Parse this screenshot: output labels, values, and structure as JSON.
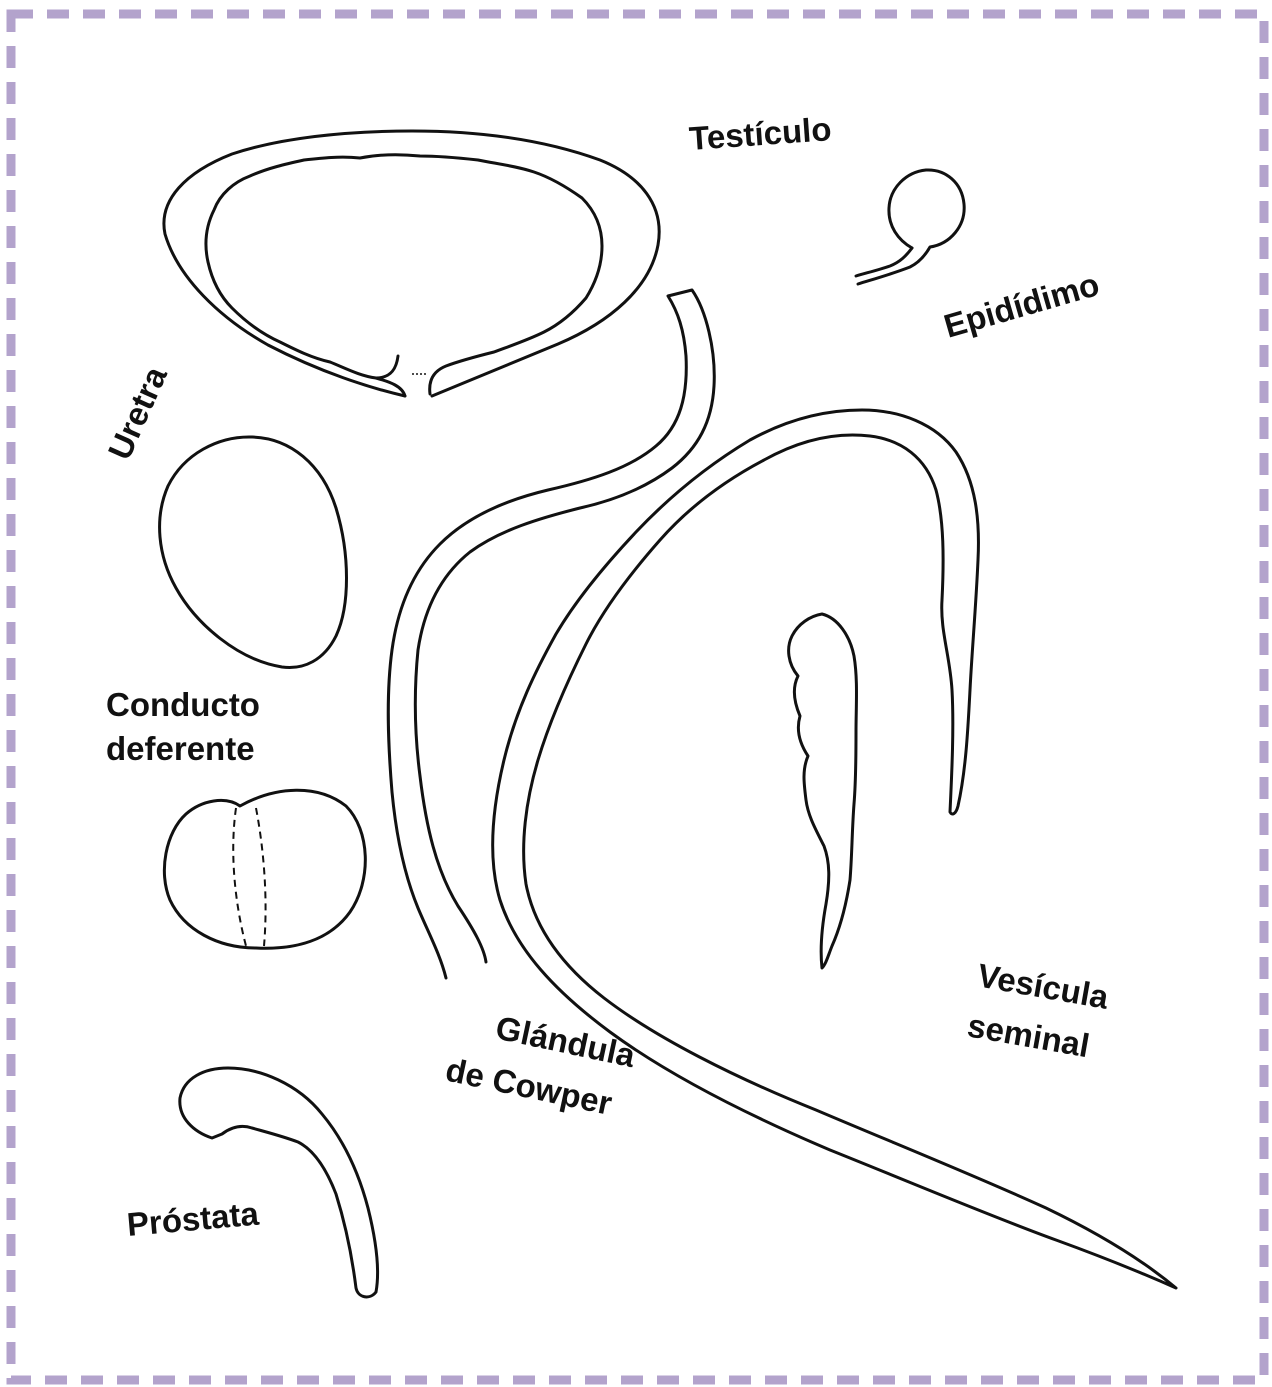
{
  "colors": {
    "frame": "#b3a3cc",
    "ink": "#111111",
    "background": "#ffffff"
  },
  "labels": {
    "testiculo": "Testículo",
    "epididimo": "Epidídimo",
    "uretra": "Uretra",
    "conducto_line1": "Conducto",
    "conducto_line2": "deferente",
    "glandula_line1": "Glándula",
    "glandula_line2": "de Cowper",
    "vesicula_line1": "Vesícula",
    "vesicula_line2": "seminal",
    "prostata": "Próstata"
  }
}
